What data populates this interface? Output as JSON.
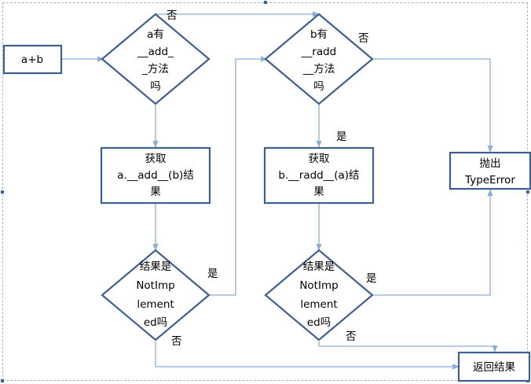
{
  "nodes": {
    "start": [
      "a+b"
    ],
    "dec_add": [
      "a有",
      "__add_",
      "_方法",
      "吗"
    ],
    "get_add": [
      "获取",
      "a.__add__(b)结",
      "果"
    ],
    "dec_radd": [
      "b有",
      "__radd",
      "__方法",
      "吗"
    ],
    "get_radd": [
      "获取",
      "b.__radd__(a)结",
      "果"
    ],
    "dec_ni1": [
      "结果是",
      "NotImp",
      "lement",
      "ed吗"
    ],
    "dec_ni2": [
      "结果是",
      "NotImp",
      "lement",
      "ed吗"
    ],
    "raise": [
      "抛出",
      "TypeError"
    ],
    "ret": [
      "返回结果"
    ]
  },
  "edge_labels": {
    "add_no": "否",
    "radd_no": "否",
    "radd_yes": "是",
    "ni1_yes": "是",
    "ni1_no": "否",
    "ni2_yes": "是",
    "ni2_no": "否"
  }
}
